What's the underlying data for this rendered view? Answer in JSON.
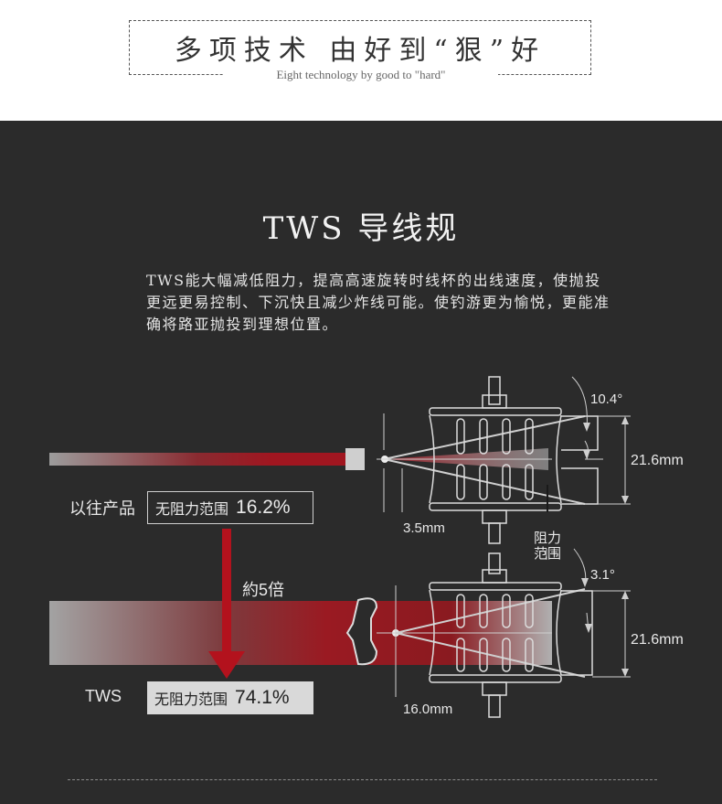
{
  "header": {
    "title": "多项技术 由好到“狠”好",
    "subtitle": "Eight technology by good to \"hard\""
  },
  "section": {
    "title": "TWS 导线规",
    "description": "TWS能大幅减低阻力，提高高速旋转时线杯的出线速度，使抛投更远更易控制、下沉快且减少炸线可能。使钓游更为愉悦，更能准确将路亚抛投到理想位置。"
  },
  "comparison": {
    "previous_label": "以往产品",
    "tws_label": "TWS",
    "range_label": "无阻力范围",
    "previous_value": "16.2%",
    "tws_value": "74.1%",
    "multiplier": "約5倍"
  },
  "diagram_labels": {
    "angle_top": "10.4°",
    "width_top": "21.6mm",
    "gap_top": "3.5mm",
    "resistance_range_line1": "阻力",
    "resistance_range_line2": "范围",
    "angle_bottom": "3.1°",
    "width_bottom": "21.6mm",
    "gap_bottom": "16.0mm"
  },
  "colors": {
    "dark_background": "#2b2b2b",
    "accent_red": "#a4141e",
    "beam_grey": "#9a9a9a"
  }
}
